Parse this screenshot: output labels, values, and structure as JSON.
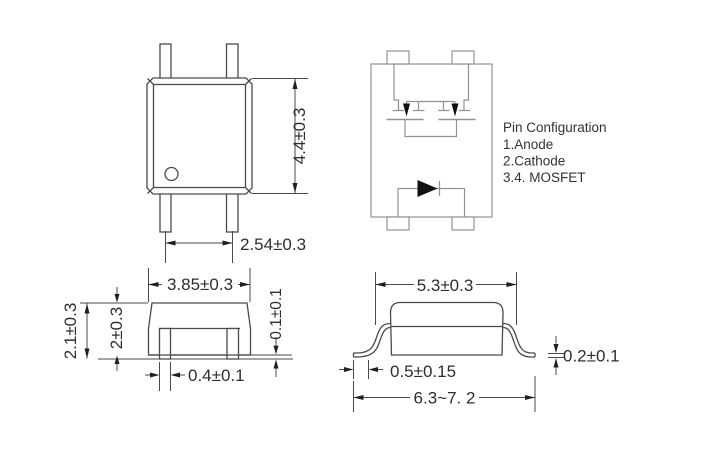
{
  "views": {
    "top": {
      "name": "package top view",
      "height_dim": "4.4±0.3",
      "pin_pitch_dim": "2.54±0.3"
    },
    "schematic": {
      "title": "Pin Configuration",
      "pins": [
        "1.Anode",
        "2.Cathode",
        "3.4. MOSFET"
      ]
    },
    "front": {
      "name": "package front view",
      "body_width_dim": "3.85±0.3",
      "total_height_dim": "2.1±0.3",
      "body_height_dim": "2±0.3",
      "standoff_dim": "0.1±0.1",
      "lead_width_dim": "0.4±0.1"
    },
    "side": {
      "name": "package side view",
      "shoulder_width_dim": "5.3±0.3",
      "foot_length_dim": "0.5±0.15",
      "lead_thickness_dim": "0.2±0.1",
      "overall_span_dim": "6.3~7. 2"
    }
  },
  "colors": {
    "background": "#ffffff",
    "drawing_line": "#4a4a4a",
    "schematic_line": "#929292",
    "text": "#2e2e2e",
    "arrow_fill": "#1f1f1f"
  }
}
